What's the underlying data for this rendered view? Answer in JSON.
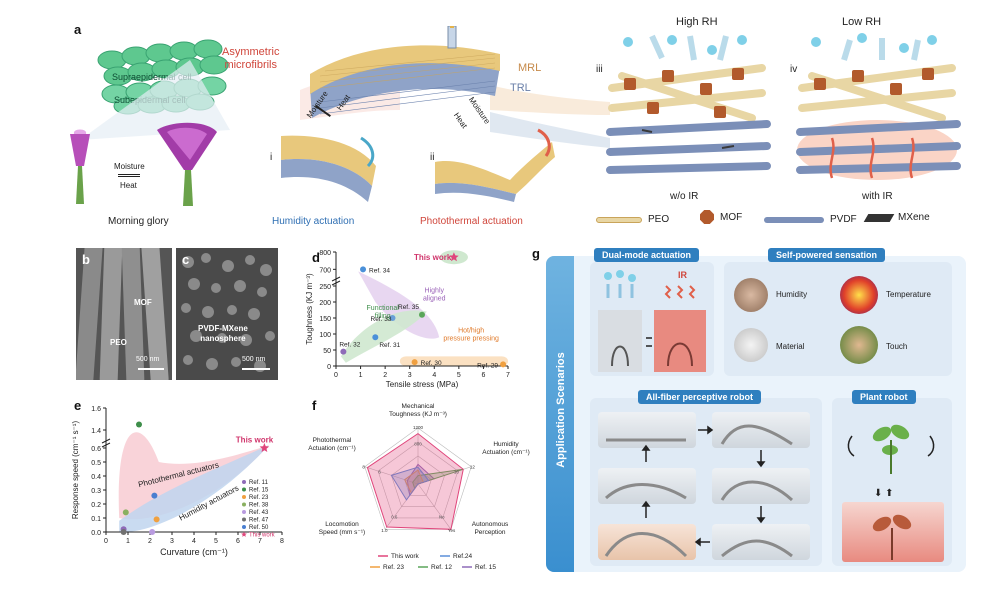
{
  "panel_a": {
    "letter": "a",
    "cell_top": "Supraepidermal cell",
    "cell_bottom": "Subepidermal cell",
    "asym": "Asymmetric\nmicrofibrils",
    "moisture": "Moisture",
    "heat": "Heat",
    "morning_glory": "Morning glory",
    "humidity_actuation": "Humidity actuation",
    "photothermal_actuation": "Photothermal actuation",
    "mrl": "MRL",
    "trl": "TRL",
    "sub_i": "i",
    "sub_ii": "ii",
    "sub_iii": "iii",
    "sub_iv": "iv",
    "high_rh": "High RH",
    "low_rh": "Low RH",
    "wo_ir": "w/o IR",
    "with_ir": "with IR",
    "legend": [
      "PEO",
      "MOF",
      "PVDF",
      "MXene"
    ]
  },
  "panel_b": {
    "letter": "b",
    "mof": "MOF",
    "peo": "PEO",
    "scale": "500 nm"
  },
  "panel_c": {
    "letter": "c",
    "label": "PVDF-MXene\nnanosphere",
    "scale": "500 nm"
  },
  "panel_d": {
    "letter": "d"
  },
  "panel_e": {
    "letter": "e"
  },
  "panel_f": {
    "letter": "f"
  },
  "panel_g": {
    "letter": "g",
    "side_label": "Application Scenarios",
    "dual_mode": "Dual-mode actuation",
    "ir": "IR",
    "self_powered": "Self-powered sensation",
    "humidity": "Humidity",
    "temperature": "Temperature",
    "material": "Material",
    "touch": "Touch",
    "all_fiber": "All-fiber perceptive robot",
    "plant_robot": "Plant robot"
  },
  "chart_data": [
    {
      "id": "d",
      "type": "scatter",
      "xlabel": "Tensile stress (MPa)",
      "ylabel": "Toughness (KJ m⁻³)",
      "xlim": [
        0,
        7
      ],
      "y_ticks": [
        "0",
        "50",
        "100",
        "150",
        "200",
        "250",
        "700",
        "800"
      ],
      "x_ticks": [
        "0",
        "1",
        "2",
        "3",
        "4",
        "5",
        "6",
        "7"
      ],
      "regions": [
        "Highly\naligned",
        "Functional\nfilling",
        "Hot/high\npressure pressing"
      ],
      "points": [
        {
          "label": "This work",
          "x": 4.8,
          "y": 770,
          "color": "#e0457b",
          "shape": "star"
        },
        {
          "label": "Ref. 34",
          "x": 1.1,
          "y": 700,
          "color": "#4a90d9"
        },
        {
          "label": "Ref. 33",
          "x": 2.3,
          "y": 150,
          "color": "#6a9fd8"
        },
        {
          "label": "Ref. 35",
          "x": 3.5,
          "y": 160,
          "color": "#5aa65a"
        },
        {
          "label": "Ref. 31",
          "x": 1.6,
          "y": 90,
          "color": "#4a90d9"
        },
        {
          "label": "Ref. 32",
          "x": 0.3,
          "y": 45,
          "color": "#8e6bb8"
        },
        {
          "label": "Ref. 30",
          "x": 3.2,
          "y": 12,
          "color": "#f0a040"
        },
        {
          "label": "Ref. 29",
          "x": 6.8,
          "y": 5,
          "color": "#f0a040"
        }
      ]
    },
    {
      "id": "e",
      "type": "scatter",
      "xlabel": "Curvature (cm⁻¹)",
      "ylabel": "Response speed (cm⁻¹ s⁻¹)",
      "xlim": [
        0,
        8
      ],
      "x_ticks": [
        "0",
        "1",
        "2",
        "3",
        "4",
        "5",
        "6",
        "7",
        "8"
      ],
      "y_ticks": [
        "0.0",
        "0.1",
        "0.2",
        "0.3",
        "0.4",
        "0.5",
        "0.6",
        "1.4",
        "1.6"
      ],
      "regions": [
        "Photothermal actuators",
        "Humidity actuators"
      ],
      "this_work_label": "This work",
      "series": [
        {
          "name": "Ref. 11",
          "x": 0.8,
          "y": 0.02,
          "color": "#8e6bb8"
        },
        {
          "name": "Ref. 15",
          "x": 1.5,
          "y": 1.45,
          "color": "#3e8e4a"
        },
        {
          "name": "Ref. 23",
          "x": 2.3,
          "y": 0.09,
          "color": "#f0a040"
        },
        {
          "name": "Ref. 38",
          "x": 0.9,
          "y": 0.14,
          "color": "#8ab060"
        },
        {
          "name": "Ref. 43",
          "x": 2.1,
          "y": 0.0,
          "color": "#b99be0"
        },
        {
          "name": "Ref. 47",
          "x": 0.8,
          "y": 0.0,
          "color": "#707070"
        },
        {
          "name": "Ref. 50",
          "x": 2.2,
          "y": 0.26,
          "color": "#4a7fd0"
        },
        {
          "name": "This work",
          "x": 7.2,
          "y": 0.6,
          "color": "#e0457b",
          "shape": "star"
        }
      ]
    },
    {
      "id": "f",
      "type": "radar",
      "axes": [
        "Mechanical\nToughness (KJ m⁻³)",
        "Humidity\nActuation (cm⁻¹)",
        "Autonomous\nPerception",
        "Locomotion\nSpeed (mm s⁻¹)",
        "Photothermal\nActuation (cm⁻¹)"
      ],
      "axis_max_labels": [
        "1200",
        "12",
        "Yes",
        "1.0",
        "8"
      ],
      "axis_mid_labels": [
        "800",
        "10",
        "No",
        "0.6",
        "6"
      ],
      "series": [
        {
          "name": "This work",
          "color": "#e0457b",
          "values": [
            0.9,
            0.85,
            1.0,
            0.95,
            0.95
          ]
        },
        {
          "name": "Ref.24",
          "color": "#5a8fd8",
          "values": [
            0.3,
            0.2,
            0.0,
            0.35,
            0.5
          ]
        },
        {
          "name": "Ref. 23",
          "color": "#f0a040",
          "values": [
            0.25,
            0.1,
            0.0,
            0.2,
            0.25
          ]
        },
        {
          "name": "Ref. 12",
          "color": "#5aa65a",
          "values": [
            0.15,
            0.85,
            0.0,
            0.1,
            0.1
          ]
        },
        {
          "name": "Ref. 15",
          "color": "#8e6bb8",
          "values": [
            0.35,
            0.3,
            0.0,
            0.25,
            0.2
          ]
        }
      ]
    }
  ]
}
